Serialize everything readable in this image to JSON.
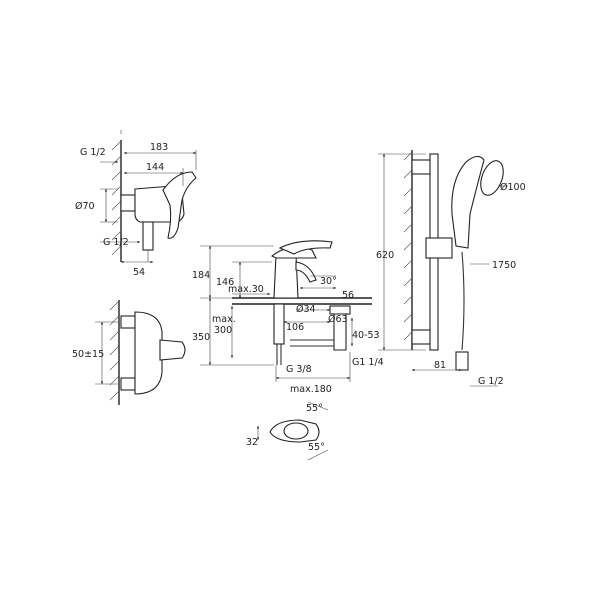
{
  "labels": {
    "shower_mixer_top": {
      "thread_top": "G 1/2",
      "width_183": "183",
      "width_144": "144",
      "dia_70": "Ø70",
      "thread_bottom": "G 1/2",
      "depth_54": "54"
    },
    "shower_mixer_front": {
      "spacing": "50±15"
    },
    "basin_mixer": {
      "h_184": "184",
      "h_146": "146",
      "max_30": "max.30",
      "angle_30": "30°",
      "d_56": "56",
      "dia_34": "Ø34",
      "dia_63": "Ø63",
      "d_106": "106",
      "max_300_a": "max.",
      "max_300_b": "300",
      "h_350": "350",
      "r_40_53": "40-53",
      "thread_g38": "G 3/8",
      "thread_g114": "G1 1/4",
      "max_180": "max.180"
    },
    "lever_top": {
      "angle_top": "55°",
      "angle_bottom": "55°",
      "w_32": "32"
    },
    "shower_rail": {
      "h_620": "620",
      "dia_100": "Ø100",
      "hose_1750": "1750",
      "d_81": "81",
      "thread": "G 1/2"
    }
  }
}
